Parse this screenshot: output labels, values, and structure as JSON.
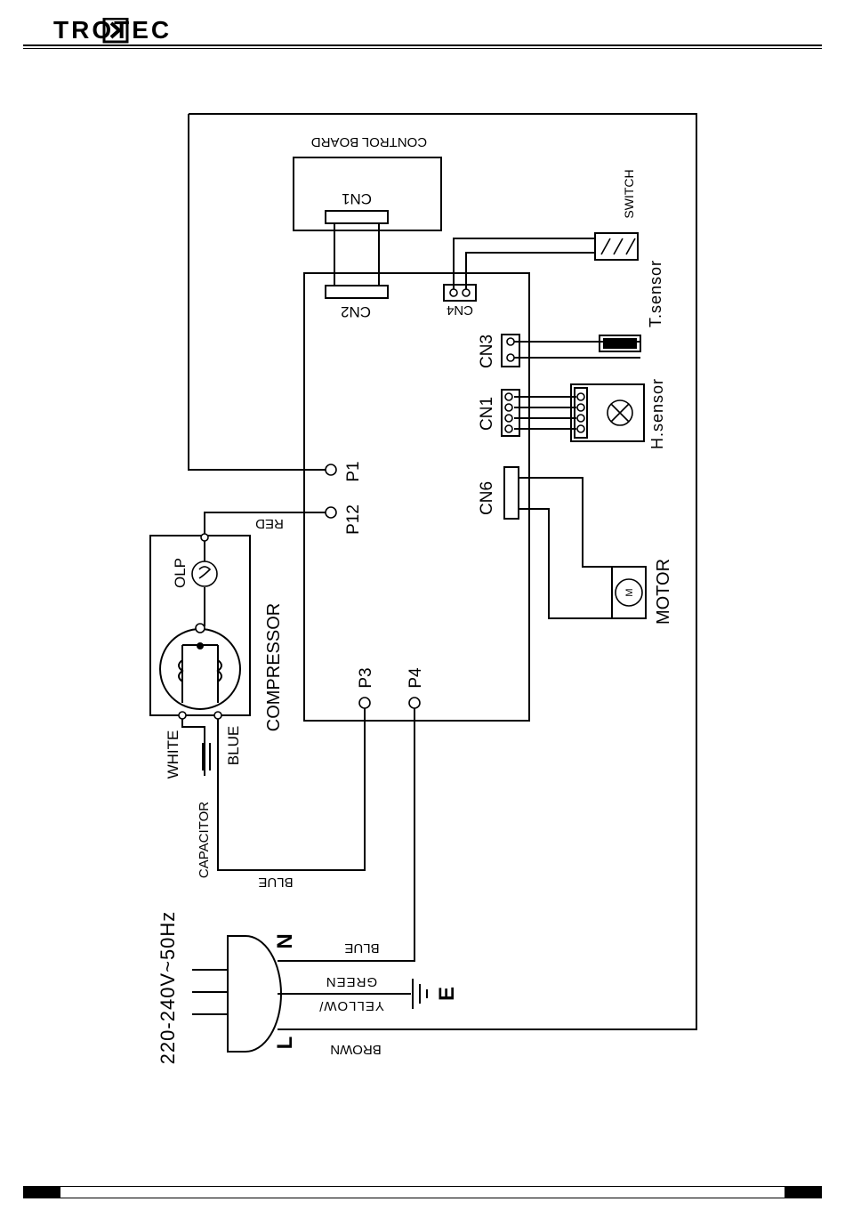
{
  "header": {
    "brand": "TROTEC"
  },
  "diagram": {
    "control_board": "CONTROL BOARD",
    "cn1_top": "CN1",
    "cn2": "CN2",
    "cn4": "CN4",
    "switch": "SWITCH",
    "t_sensor": "T.sensor",
    "cn3": "CN3",
    "cn1_side": "CN1",
    "h_sensor": "H.sensor",
    "cn6": "CN6",
    "motor": "MOTOR",
    "motor_m": "M",
    "p1": "P1",
    "p12": "P12",
    "red": "RED",
    "olp": "OLP",
    "compressor": "COMPRESSOR",
    "p3": "P3",
    "p4": "P4",
    "white": "WHITE",
    "blue_cap": "BLUE",
    "capacitor": "CAPACITOR",
    "blue_bottom": "BLUE",
    "voltage": "220-240V~50Hz",
    "n": "N",
    "blue_n": "BLUE",
    "yellow": "YELLOW/",
    "green": "GREEN",
    "e": "E",
    "brown": "BROWN",
    "l": "L"
  }
}
